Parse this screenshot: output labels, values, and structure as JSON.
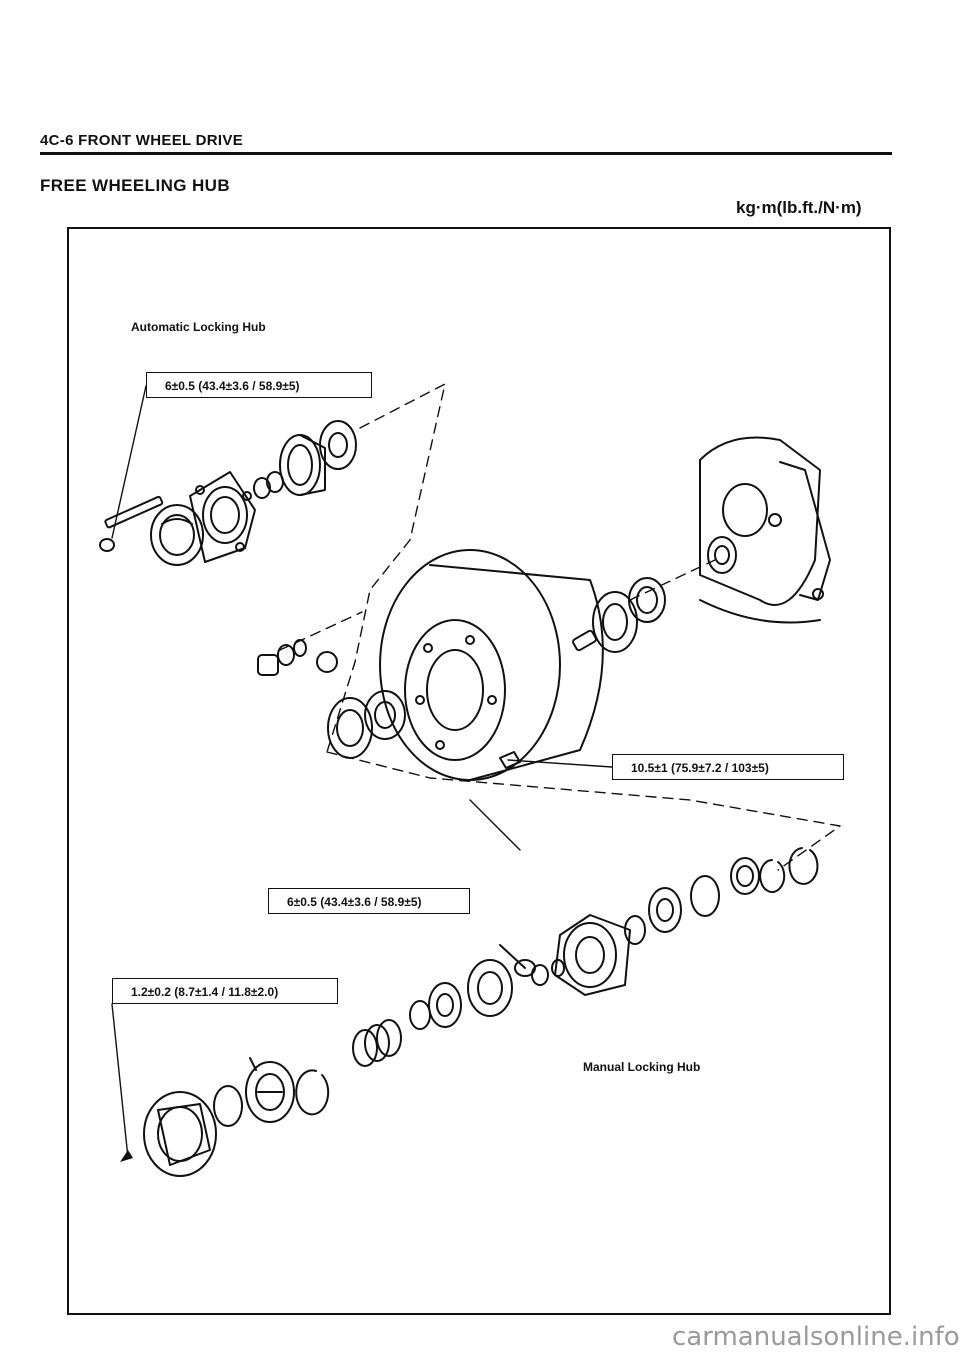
{
  "header": {
    "section": "4C-6 FRONT WHEEL DRIVE"
  },
  "page": {
    "title": "FREE WHEELING HUB",
    "units": "kg·m(lb.ft./N·m)"
  },
  "diagram": {
    "labels": {
      "automatic": "Automatic Locking Hub",
      "manual": "Manual Locking Hub"
    },
    "torque": {
      "auto_bolt": "6±0.5 (43.4±3.6 / 58.9±5)",
      "hub_bolt": "10.5±1 (75.9±7.2 / 103±5)",
      "manual_bolt": "6±0.5 (43.4±3.6 / 58.9±5)",
      "cover_bolt": "1.2±0.2 (8.7±1.4 / 11.8±2.0)"
    }
  },
  "footer": {
    "watermark": "carmanualsonline.info"
  }
}
